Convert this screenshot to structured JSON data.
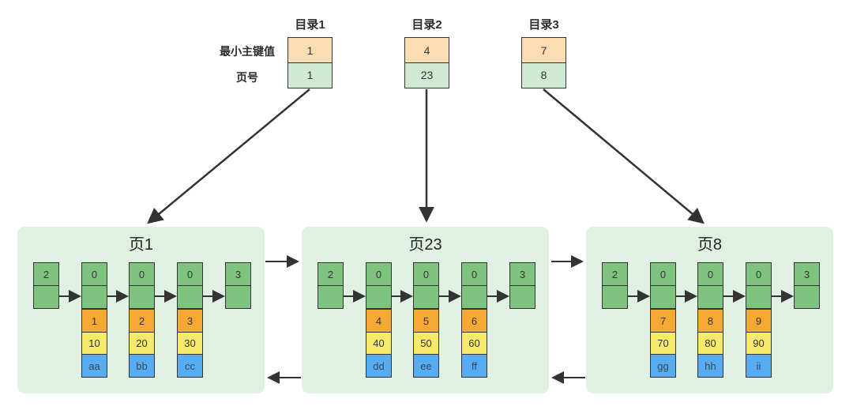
{
  "directory": {
    "row_labels": {
      "min_key": "最小主键值",
      "page_no": "页号"
    },
    "entries": [
      {
        "title": "目录1",
        "min_key": "1",
        "page_no": "1"
      },
      {
        "title": "目录2",
        "min_key": "4",
        "page_no": "23"
      },
      {
        "title": "目录3",
        "min_key": "7",
        "page_no": "8"
      }
    ]
  },
  "pages": [
    {
      "title": "页1",
      "infimum_type": "2",
      "supremum_type": "3",
      "records": [
        {
          "type": "0",
          "key": "1",
          "value": "10",
          "data": "aa"
        },
        {
          "type": "0",
          "key": "2",
          "value": "20",
          "data": "bb"
        },
        {
          "type": "0",
          "key": "3",
          "value": "30",
          "data": "cc"
        }
      ]
    },
    {
      "title": "页23",
      "infimum_type": "2",
      "supremum_type": "3",
      "records": [
        {
          "type": "0",
          "key": "4",
          "value": "40",
          "data": "dd"
        },
        {
          "type": "0",
          "key": "5",
          "value": "50",
          "data": "ee"
        },
        {
          "type": "0",
          "key": "6",
          "value": "60",
          "data": "ff"
        }
      ]
    },
    {
      "title": "页8",
      "infimum_type": "2",
      "supremum_type": "3",
      "records": [
        {
          "type": "0",
          "key": "7",
          "value": "70",
          "data": "gg"
        },
        {
          "type": "0",
          "key": "8",
          "value": "80",
          "data": "hh"
        },
        {
          "type": "0",
          "key": "9",
          "value": "90",
          "data": "ii"
        }
      ]
    }
  ],
  "colors": {
    "green": "#7EC47F",
    "orange": "#F5A832",
    "yellow": "#F7E96A",
    "blue": "#58ACF2",
    "page_bg": "#E0F0E2",
    "dir_key_bg": "#FBDDB3",
    "dir_page_bg": "#CFE9D3",
    "border": "#333333",
    "arrow": "#333333"
  }
}
